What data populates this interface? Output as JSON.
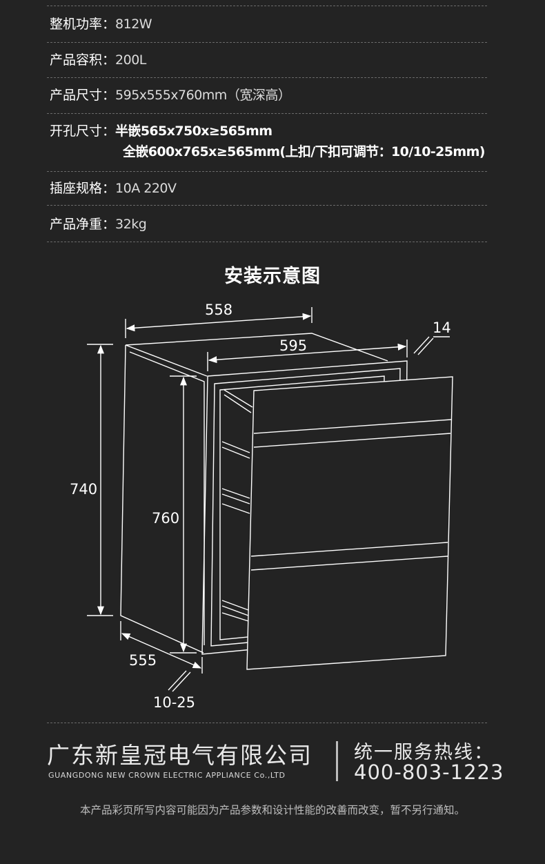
{
  "specs": [
    {
      "label": "整机功率：",
      "value": "812W"
    },
    {
      "label": "产品容积：",
      "value": "200L"
    },
    {
      "label": "产品尺寸：",
      "value": "595x555x760mm（宽深高）"
    },
    {
      "label": "开孔尺寸：",
      "value": "半嵌565x750x≥565mm",
      "value2": "全嵌600x765x≥565mm(上扣/下扣可调节：10/10-25mm)"
    },
    {
      "label": "插座规格：",
      "value": "10A 220V"
    },
    {
      "label": "产品净重：",
      "value": "32kg"
    }
  ],
  "diagram": {
    "title": "安装示意图",
    "dims": {
      "width_cutout": "558",
      "width_product": "595",
      "panel_offset": "14",
      "height_cutout": "740",
      "height_product": "760",
      "depth": "555",
      "gap": "10-25"
    }
  },
  "footer": {
    "company_cn": "广东新皇冠电气有限公司",
    "company_en": "GUANGDONG NEW CROWN ELECTRIC APPLIANCE Co.,LTD",
    "hotline_label": "统一服务热线：",
    "hotline_number": "400-803-1223",
    "disclaimer": "本产品彩页所写内容可能因为产品参数和设计性能的改善而改变，暂不另行通知。"
  },
  "colors": {
    "background": "#232323",
    "text": "#ffffff",
    "line": "#ffffff"
  }
}
